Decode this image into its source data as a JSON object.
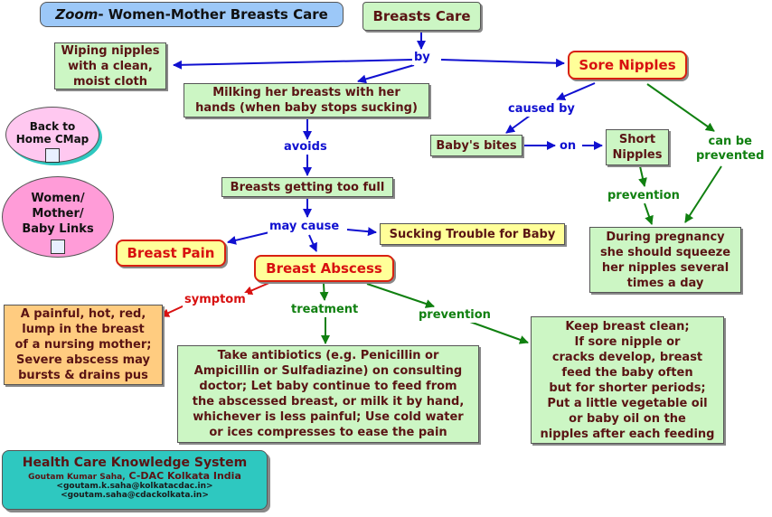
{
  "title": {
    "italic": "Zoom",
    "rest": "- Women-Mother Breasts Care"
  },
  "nodes": {
    "breasts_care": "Breasts Care",
    "wiping": "Wiping nipples\nwith a clean,\nmoist cloth",
    "sore_nipples": "Sore Nipples",
    "milking": "Milking her breasts with her\nhands (when baby stops sucking)",
    "babys_bites": "Baby's bites",
    "short_nipples": "Short\nNipples",
    "breasts_full": "Breasts getting too full",
    "pregnancy": "During pregnancy\nshe should squeeze\nher nipples several\ntimes a day",
    "sucking_trouble": "Sucking Trouble for Baby",
    "breast_pain": "Breast Pain",
    "breast_abscess": "Breast Abscess",
    "painful_lump": "A painful, hot, red,\nlump in the breast\nof a nursing mother;\nSevere abscess may\nbursts & drains pus",
    "antibiotics": "Take antibiotics (e.g. Penicillin or\nAmpicillin or Sulfadiazine) on consulting\ndoctor; Let baby continue to feed from\nthe abscessed breast, or milk it by hand,\nwhichever is less painful; Use cold water\nor ices compresses to ease the pain",
    "keep_clean": "Keep breast clean;\nIf sore nipple or\ncracks develop, breast\nfeed the baby often\nbut for shorter periods;\nPut a little vegetable oil\nor baby oil on the\nnipples after each feeding"
  },
  "labels": {
    "by": "by",
    "caused_by": "caused by",
    "on": "on",
    "avoids": "avoids",
    "can_be_prevented": "can be\nprevented",
    "prevention_1": "prevention",
    "may_cause": "may cause",
    "symptom": "symptom",
    "treatment": "treatment",
    "prevention_2": "prevention"
  },
  "links": {
    "back_home": "Back to\nHome CMap",
    "women_links": "Women/\nMother/\nBaby Links"
  },
  "footer": {
    "title": "Health Care Knowledge System",
    "author": "Goutam Kumar Saha,",
    "org": "C-DAC Kolkata India",
    "email1": "<goutam.k.saha@kolkatacdac.in>",
    "email2": "<goutam.saha@cdackolkata.in>"
  },
  "colors": {
    "link_blue": "#1010d0",
    "link_green": "#108010",
    "link_red": "#d81010",
    "node_green": "#ccf6c4",
    "node_orange": "#ffcc80",
    "node_yellow": "#ffff99",
    "footer_teal": "#2ec8c0",
    "title_blue": "#9cc8f8"
  },
  "icons": [
    "cmap-link-icon",
    "cmap-link-icon"
  ]
}
